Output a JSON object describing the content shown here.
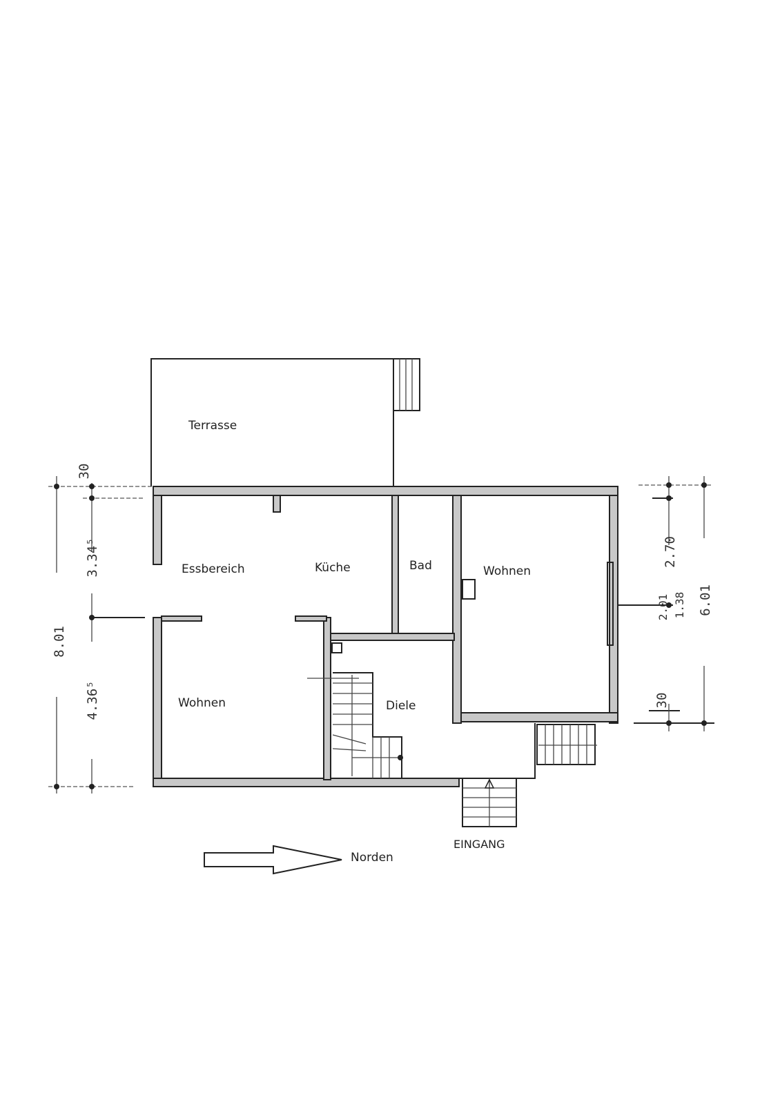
{
  "rooms": {
    "terrasse": "Terrasse",
    "essbereich": "Essbereich",
    "kueche": "Küche",
    "bad": "Bad",
    "wohnen_east": "Wohnen",
    "wohnen_west": "Wohnen",
    "diele": "Diele"
  },
  "entrance_label": "EINGANG",
  "north_label": "Norden",
  "dimensions": {
    "left_top_offset": "30",
    "left_upper": "3.34⁵",
    "left_total": "8.01",
    "left_lower": "4.36⁵",
    "right_upper": "2.70",
    "right_window_top": "2.01",
    "right_window_bottom": "1.38",
    "right_total": "6.01",
    "right_bottom_offset": "30"
  }
}
